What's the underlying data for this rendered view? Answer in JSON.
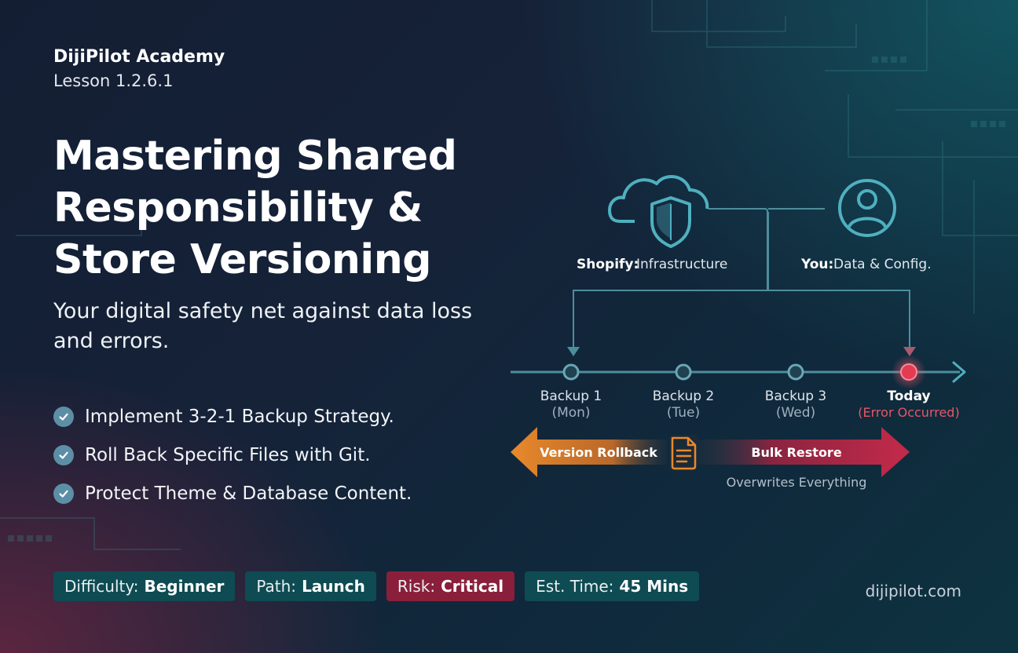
{
  "header": {
    "brand": "DijiPilot Academy",
    "lesson": "Lesson 1.2.6.1"
  },
  "title_lines": [
    "Mastering Shared",
    "Responsibility &",
    "Store Versioning"
  ],
  "subtitle": "Your digital safety net against data loss and errors.",
  "bullets": [
    "Implement 3-2-1 Backup Strategy.",
    "Roll Back Specific Files with Git.",
    "Protect Theme & Database Content."
  ],
  "responsibility": {
    "shopify": {
      "label": "Shopify:",
      "value": "Infrastructure"
    },
    "you": {
      "label": "You:",
      "value": "Data & Config."
    }
  },
  "timeline": [
    {
      "name": "Backup 1",
      "day": "(Mon)"
    },
    {
      "name": "Backup 2",
      "day": "(Tue)"
    },
    {
      "name": "Backup 3",
      "day": "(Wed)"
    },
    {
      "name": "Today",
      "day": "(Error Occurred)"
    }
  ],
  "actions": {
    "rollback": "Version Rollback",
    "restore": "Bulk Restore",
    "restore_note": "Overwrites Everything"
  },
  "tags": [
    {
      "label": "Difficulty:",
      "value": "Beginner"
    },
    {
      "label": "Path:",
      "value": "Launch"
    },
    {
      "label": "Risk:",
      "value": "Critical"
    },
    {
      "label": "Est. Time:",
      "value": "45 Mins"
    }
  ],
  "footer": {
    "site": "dijipilot.com"
  },
  "colors": {
    "accent_teal": "#4fb0bf",
    "error_red": "#e23b52",
    "rollback_orange": "#e8892b",
    "restore_crimson": "#c42a4a"
  },
  "icons": [
    "cloud-shield-icon",
    "user-icon",
    "check-icon",
    "file-icon"
  ]
}
